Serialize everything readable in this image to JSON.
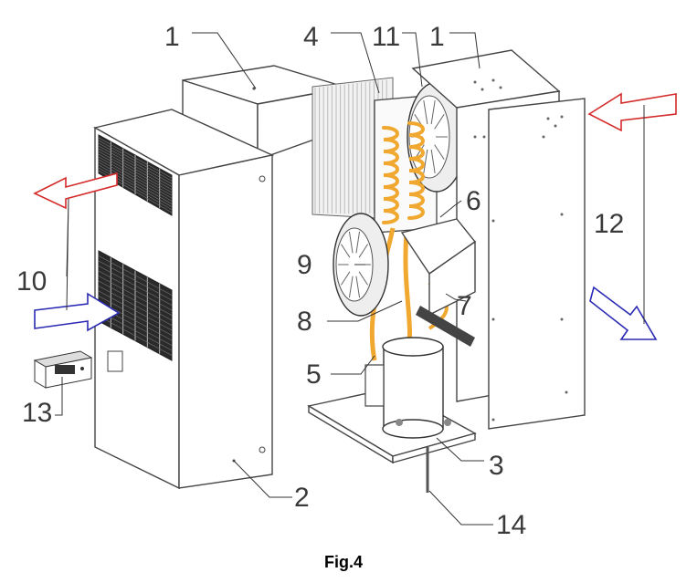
{
  "caption": "Fig.4",
  "callouts": {
    "c1_left": "1",
    "c1_right": "1",
    "c2": "2",
    "c3": "3",
    "c4": "4",
    "c5": "5",
    "c6": "6",
    "c7": "7",
    "c8": "8",
    "c9": "9",
    "c10": "10",
    "c11": "11",
    "c12": "12",
    "c13": "13",
    "c14": "14"
  },
  "colors": {
    "hot_air": "#d42a2a",
    "cold_air": "#2a2ab4",
    "copper_tube": "#f0a830",
    "line": "#444444"
  }
}
